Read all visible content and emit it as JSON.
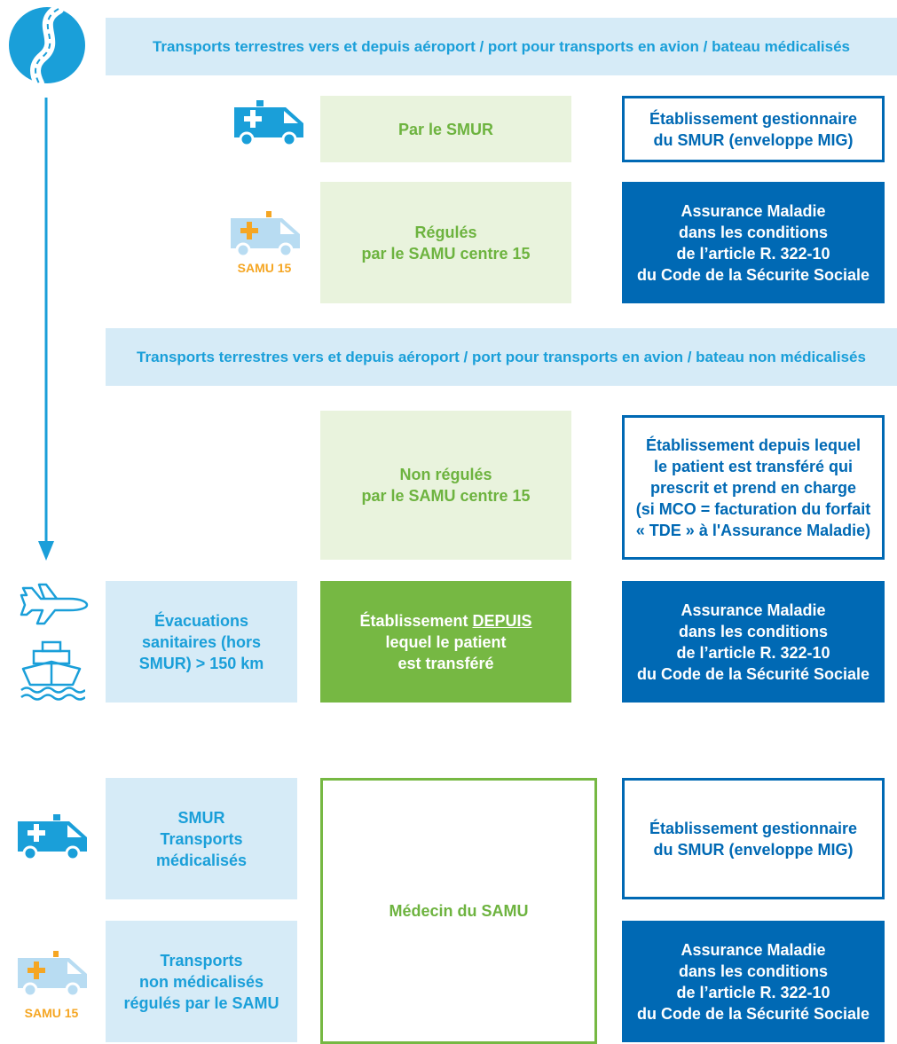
{
  "colors": {
    "light_blue_bg": "#d6ebf7",
    "cyan_text": "#1a9fd9",
    "dark_blue": "#0069b4",
    "light_green_bg": "#e9f3dd",
    "green": "#76b843",
    "orange": "#f5a623"
  },
  "icons": {
    "logo": "road-logo-icon",
    "ambulance": "ambulance-icon",
    "samu_ambulance": "samu-ambulance-icon",
    "plane": "plane-icon",
    "ship": "ship-icon",
    "arrow": "down-arrow-icon"
  },
  "banners": {
    "medicalises": "Transports terrestres vers et depuis aéroport / port pour transports en avion / bateau médicalisés",
    "non_medicalises": "Transports terrestres vers et depuis aéroport / port pour transports en avion / bateau non médicalisés"
  },
  "rows": {
    "smur": {
      "middle": "Par le SMUR",
      "right": "Établissement gestionnaire\ndu SMUR (enveloppe MIG)"
    },
    "regules": {
      "samu_label": "SAMU 15",
      "middle": "Régulés\npar le SAMU centre 15",
      "right": "Assurance Maladie\ndans les conditions\nde l’article R. 322-10\ndu Code de la Sécurite Sociale"
    },
    "non_regules": {
      "middle": "Non régulés\npar le SAMU centre 15",
      "right": "Établissement depuis lequel\nle patient est transféré qui\nprescrit et prend en charge\n(si MCO = facturation du forfait\n« TDE » à l'Assurance Maladie)"
    },
    "evacuations": {
      "left": "Évacuations\nsanitaires (hors\nSMUR) > 150 km",
      "middle_pre": "Établissement ",
      "middle_underlined": "DEPUIS",
      "middle_post": "lequel le patient\nest transféré",
      "right": "Assurance Maladie\ndans les conditions\nde l’article R. 322-10\ndu Code de la Sécurité Sociale"
    },
    "bottom": {
      "left_top": "SMUR\nTransports\nmédicalisés",
      "left_bottom": "Transports\nnon médicalisés\nrégulés par le SAMU",
      "samu_label": "SAMU 15",
      "middle": "Médecin du SAMU",
      "right_top": "Établissement gestionnaire\ndu SMUR (enveloppe MIG)",
      "right_bottom": "Assurance Maladie\ndans les conditions\nde l’article R. 322-10\ndu Code de la Sécurité Sociale"
    }
  }
}
